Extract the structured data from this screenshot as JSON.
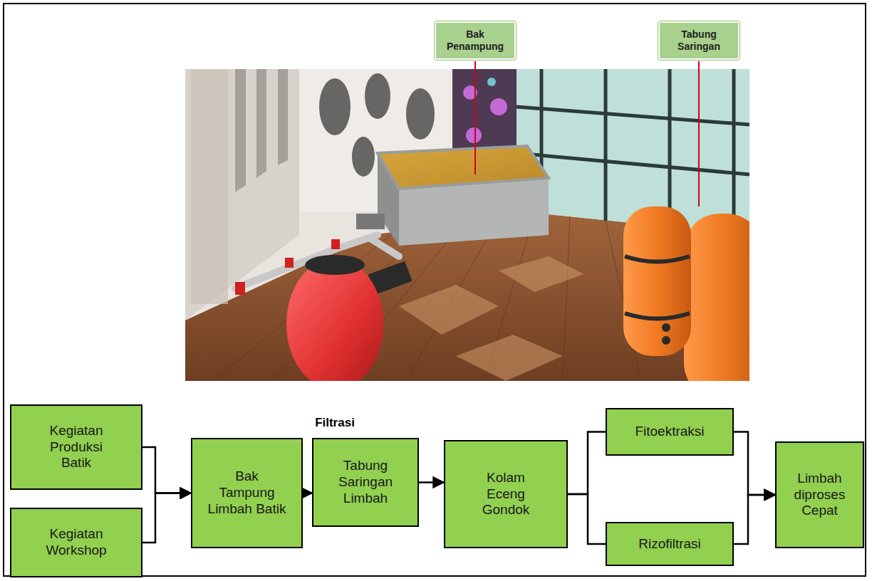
{
  "diagram": {
    "nodes": [
      {
        "text": [
          "Kegiatan Produksi Batik"
        ]
      },
      {
        "text": [
          "Kegiatan Workshop"
        ]
      },
      {
        "text": [
          "Bak Tampung Limbah Batik"
        ]
      },
      {
        "text": [
          "Tabung Saringan Limbah"
        ]
      },
      {
        "text": [
          "Kolam Eceng Gondok"
        ]
      },
      {
        "text": [
          "Fitoektraksi"
        ]
      },
      {
        "text": [
          "Rizofiltrasi"
        ]
      },
      {
        "text": [
          "Limbah diproses Cepat"
        ]
      },
      {
        "text": [
          "Bak Penampung"
        ]
      },
      {
        "text": [
          "Tabung Saringan"
        ]
      }
    ],
    "edges": [
      {
        "from": 0,
        "to": 2,
        "arrow": "to"
      },
      {
        "from": 1,
        "to": 2,
        "arrow": "to"
      },
      {
        "from": 2,
        "to": 3,
        "arrow": "to"
      },
      {
        "from": 3,
        "to": 4,
        "arrow": "to"
      },
      {
        "from": 4,
        "to": 5,
        "arrow": "none"
      },
      {
        "from": 4,
        "to": 6,
        "arrow": "none"
      },
      {
        "from": 5,
        "to": 7,
        "arrow": "to"
      },
      {
        "from": 6,
        "to": 7,
        "arrow": "to"
      }
    ],
    "labels": [
      "Filtrasi"
    ]
  }
}
